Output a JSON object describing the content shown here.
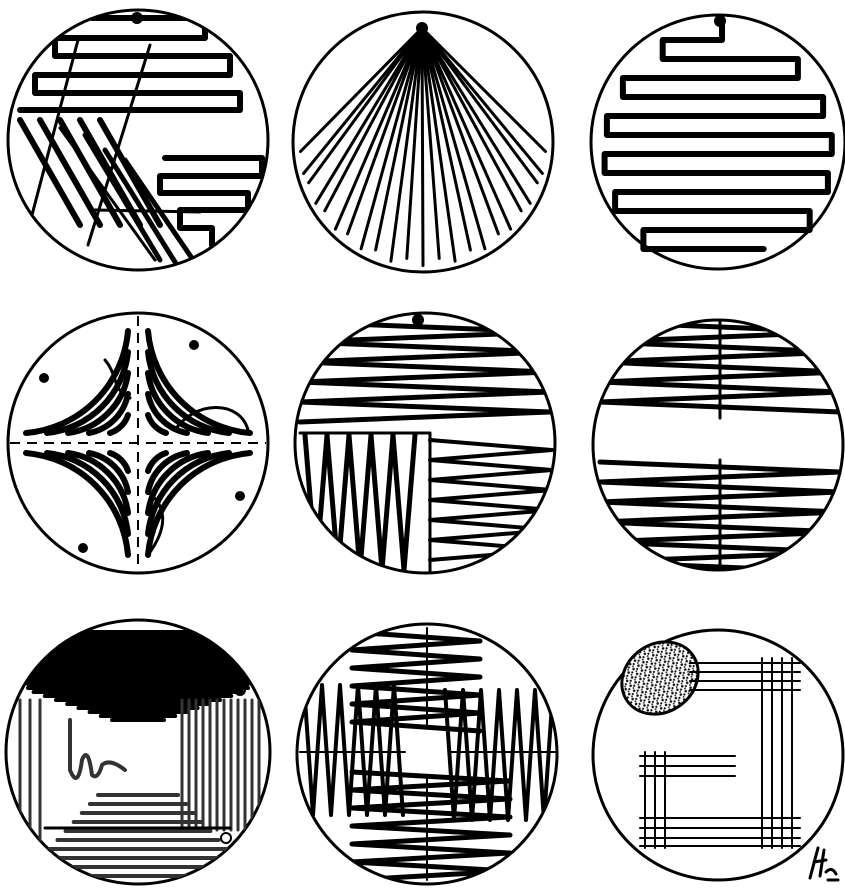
{
  "figure": {
    "grid": {
      "rows": 3,
      "columns": 3,
      "panel_count": 9
    },
    "colors": {
      "ink": "#000000",
      "paper": "#ffffff",
      "speckle": "#111111"
    },
    "panels": [
      {
        "pattern": "overlapping-zigzag-sweeps",
        "start_marker": true
      },
      {
        "pattern": "radial-fan",
        "start_marker": true
      },
      {
        "pattern": "horizontal-serpentine",
        "start_marker": true
      },
      {
        "pattern": "quadrant-concentric-loops",
        "start_marker": true
      },
      {
        "pattern": "horizontal-zigzag-then-vertical-zigzag",
        "start_marker": true
      },
      {
        "pattern": "split-zigzag-bands",
        "start_marker": false
      },
      {
        "pattern": "dense-top-cap-side-lines",
        "start_marker": true
      },
      {
        "pattern": "four-way-zigzag-cross",
        "start_marker": false
      },
      {
        "pattern": "speckled-patch-bracket-lines",
        "start_marker": false
      }
    ],
    "signature": "signature-mark"
  }
}
